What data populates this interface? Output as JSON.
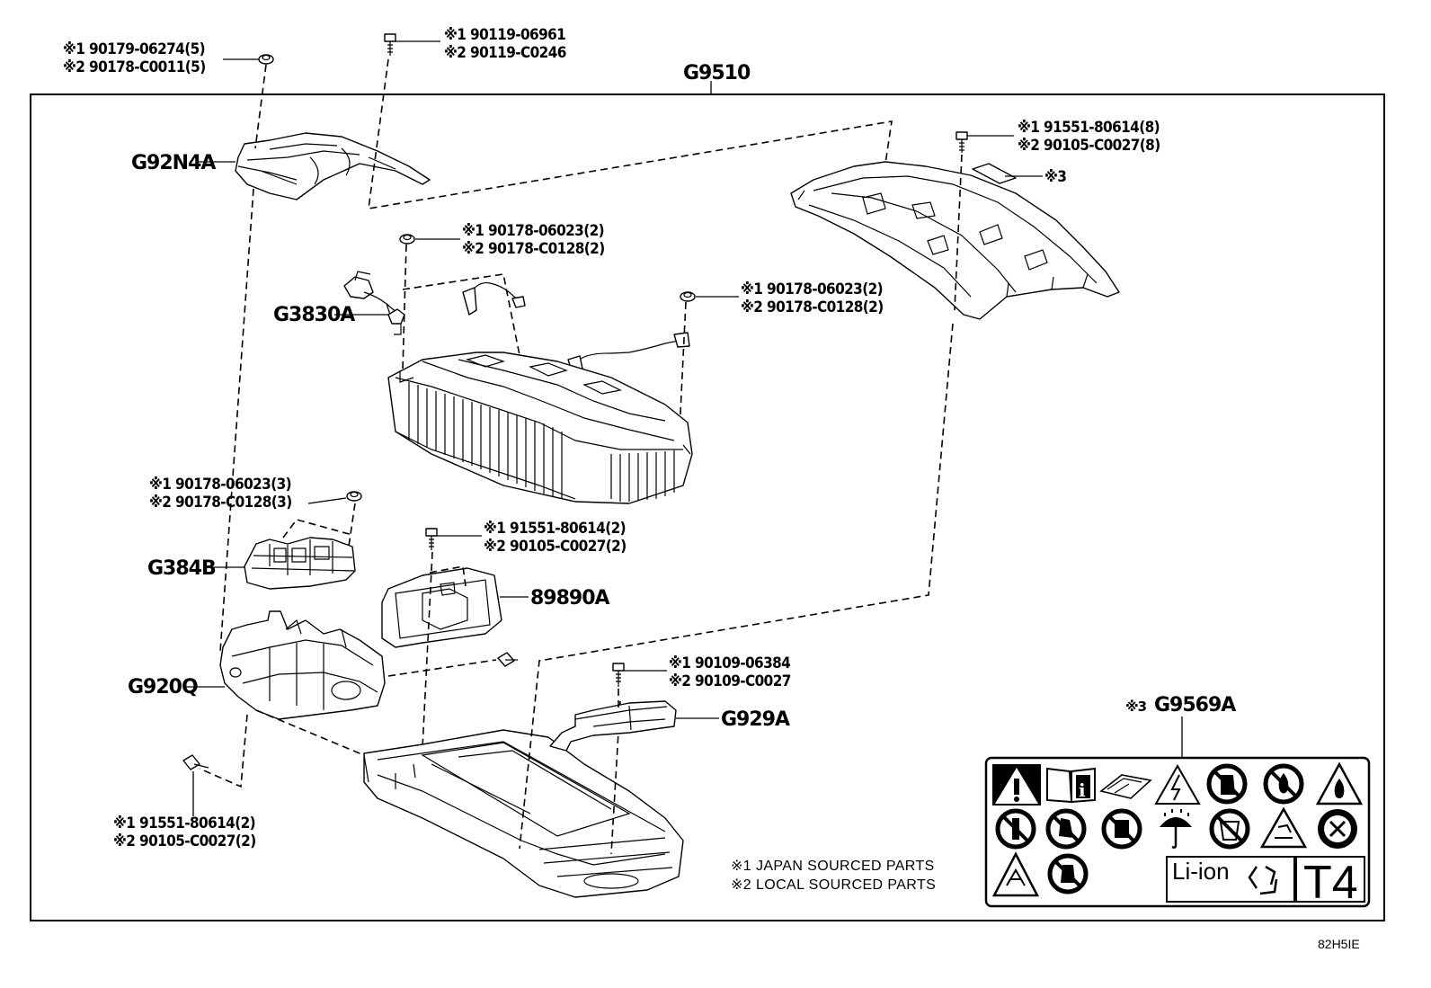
{
  "assembly": {
    "code": "G9510"
  },
  "parts": {
    "g92n4a": {
      "code": "G92N4A"
    },
    "g3830a": {
      "code": "G3830A"
    },
    "g384b": {
      "code": "G384B"
    },
    "g920q": {
      "code": "G920Q"
    },
    "p89890a": {
      "code": "89890A"
    },
    "g929a": {
      "code": "G929A"
    },
    "g9569a": {
      "mark": "※3",
      "code": "G9569A"
    }
  },
  "fasteners": {
    "top_left_nut": {
      "line1": "※1 90179-06274(5)",
      "line2": "※2 90178-C0011(5)"
    },
    "top_center_bolt": {
      "line1": "※1 90119-06961",
      "line2": "※2 90119-C0246"
    },
    "right_cover_bolt": {
      "line1": "※1 91551-80614(8)",
      "line2": "※2 90105-C0027(8)"
    },
    "label_ref": {
      "text": "※3"
    },
    "mid_nut": {
      "line1": "※1 90178-06023(2)",
      "line2": "※2 90178-C0128(2)"
    },
    "right_nut": {
      "line1": "※1 90178-06023(2)",
      "line2": "※2 90178-C0128(2)"
    },
    "left_nut": {
      "line1": "※1 90178-06023(3)",
      "line2": "※2 90178-C0128(3)"
    },
    "center_bolt": {
      "line1": "※1 91551-80614(2)",
      "line2": "※2 90105-C0027(2)"
    },
    "g929a_bolt": {
      "line1": "※1 90109-06384",
      "line2": "※2 90109-C0027"
    },
    "bottom_left_bolt": {
      "line1": "※1 91551-80614(2)",
      "line2": "※2 90105-C0027(2)"
    }
  },
  "legend": {
    "line1": "※1 JAPAN SOURCED PARTS",
    "line2": "※2 LOCAL SOURCED PARTS"
  },
  "warning_label": {
    "icons": [
      "warning-triangle-icon",
      "read-manual-icon",
      "manual-book-icon",
      "high-voltage-icon",
      "no-touch-icon",
      "no-fire-icon",
      "flammable-icon",
      "no-children-icon",
      "no-step-icon",
      "no-disassemble-icon",
      "keep-dry-icon",
      "no-dispose-icon",
      "corrosive-icon",
      "recycle-seal-icon",
      "explosive-icon",
      "no-child-handling-icon",
      "recycle-icon"
    ],
    "chemistry": "Li-ion",
    "class": "T4"
  },
  "diagram_id": "82H5IE"
}
